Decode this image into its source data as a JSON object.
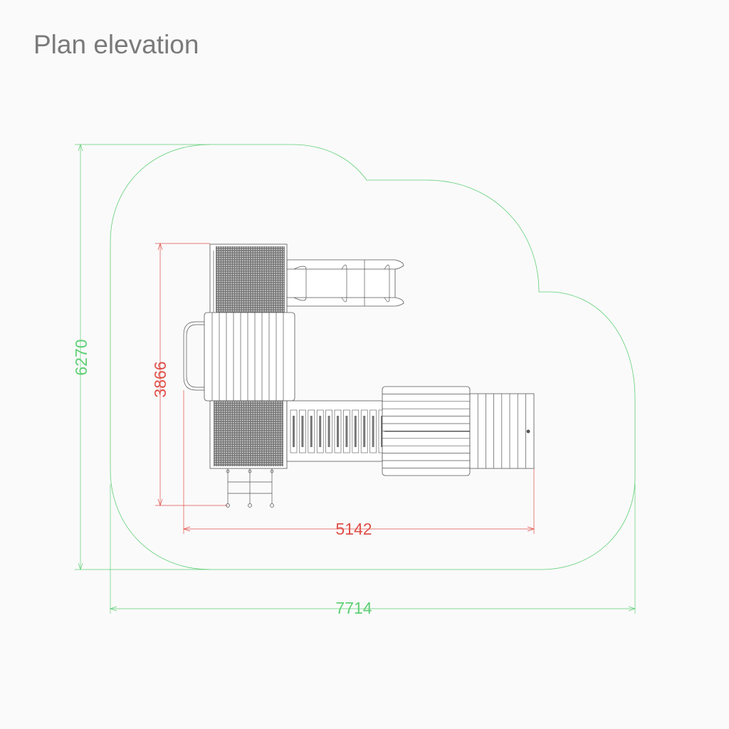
{
  "title": "Plan elevation",
  "dimensions": {
    "safety_zone_height": "6270",
    "safety_zone_width": "7714",
    "equipment_height": "3866",
    "equipment_width": "5142"
  },
  "colors": {
    "safety_zone": "#5fcf75",
    "equipment_dims": "#e0504a",
    "drawing": "#555555",
    "title": "#7a7a7a"
  }
}
